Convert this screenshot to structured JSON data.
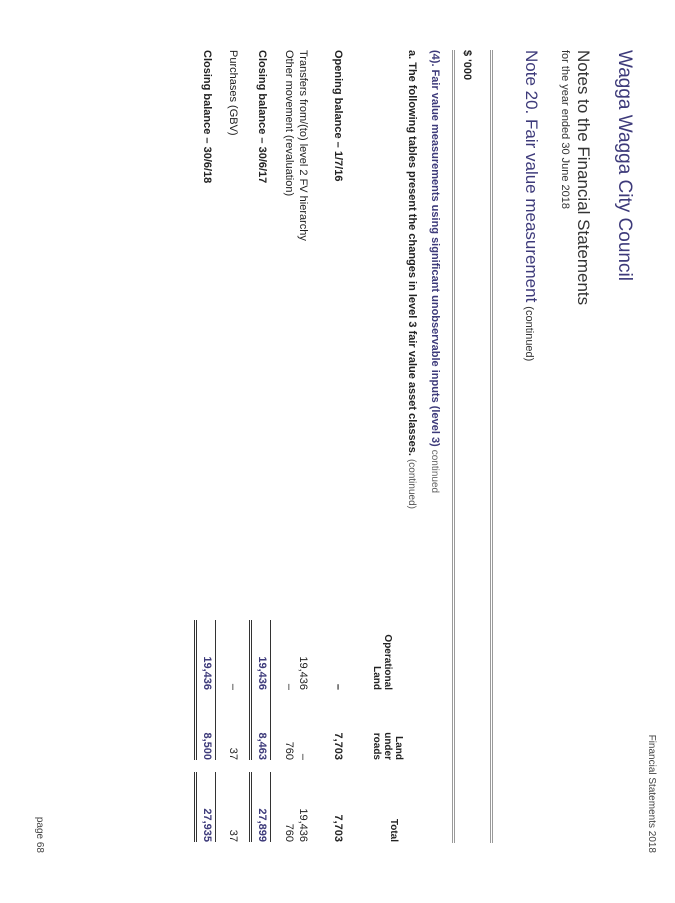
{
  "header": {
    "report_name": "Financial Statements 2018",
    "council_name": "Wagga Wagga City Council",
    "document_title": "Notes to the Financial Statements",
    "period": "for the year ended 30 June 2018",
    "note_title": "Note 20. Fair value measurement",
    "note_suffix": "(continued)"
  },
  "unit": "$ '000",
  "section": {
    "title": "(4). Fair value measurements using significant unobservable inputs (level 3)",
    "suffix": "continued"
  },
  "subsection": {
    "title": "a. The following tables present the changes in level 3 fair value asset classes.",
    "suffix": "(continued)"
  },
  "table": {
    "columns": [
      {
        "line1": "Operational",
        "line2": "Land",
        "line3": ""
      },
      {
        "line1": "Land",
        "line2": "under",
        "line3": "roads"
      },
      {
        "line1": "",
        "line2": "",
        "line3": "Total"
      }
    ],
    "rows": [
      {
        "label": "Opening balance – 1/7/16",
        "values": [
          "–",
          "7,703",
          "7,703"
        ],
        "bold": true
      },
      {
        "label": "Transfers from/(to) level 2 FV hierarchy",
        "values": [
          "19,436",
          "–",
          "19,436"
        ],
        "bold": false
      },
      {
        "label": "Other movement (revaluation)",
        "values": [
          "–",
          "760",
          "760"
        ],
        "bold": false
      },
      {
        "label": "Closing balance – 30/6/17",
        "values": [
          "19,436",
          "8,463",
          "27,899"
        ],
        "bold": true
      },
      {
        "label": "Purchases (GBV)",
        "values": [
          "–",
          "37",
          "37"
        ],
        "bold": false
      },
      {
        "label": "Closing balance – 30/6/18",
        "values": [
          "19,436",
          "8,500",
          "27,935"
        ],
        "bold": true
      }
    ]
  },
  "footer": {
    "page_label": "page 68"
  }
}
